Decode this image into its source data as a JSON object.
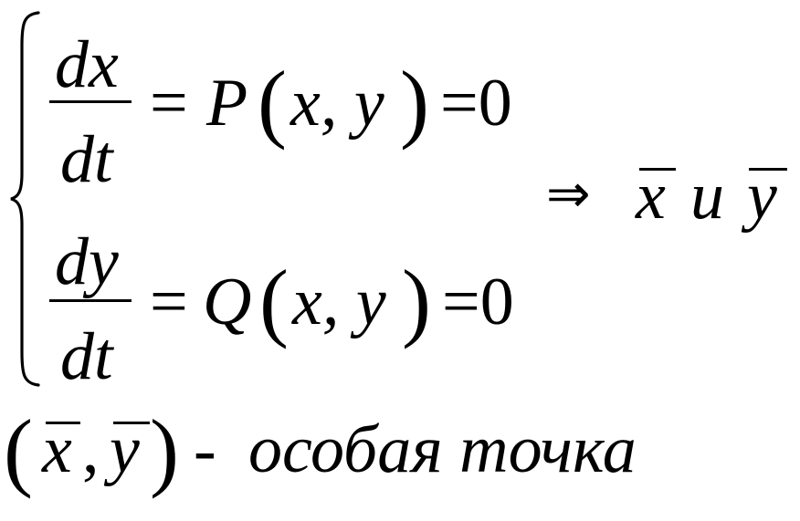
{
  "system": {
    "eq1": {
      "num": "dx",
      "den": "dt",
      "eq_sign": "=",
      "fn": "P",
      "lpar": "(",
      "args": "x, y",
      "rpar": ")",
      "rhs": "=0"
    },
    "eq2": {
      "num": "dy",
      "den": "dt",
      "eq_sign": "=",
      "fn": "Q",
      "lpar": "(",
      "args": "x, y",
      "rpar": ")",
      "rhs": "=0"
    }
  },
  "implication": {
    "arrow": "⇒",
    "x_bar": "x",
    "conj": "и",
    "y_bar": "y"
  },
  "conclusion": {
    "lpar": "(",
    "x_bar": "x",
    "comma": ",",
    "y_bar": "y",
    "rpar": ")",
    "dash": "-",
    "text": "особая точка"
  }
}
